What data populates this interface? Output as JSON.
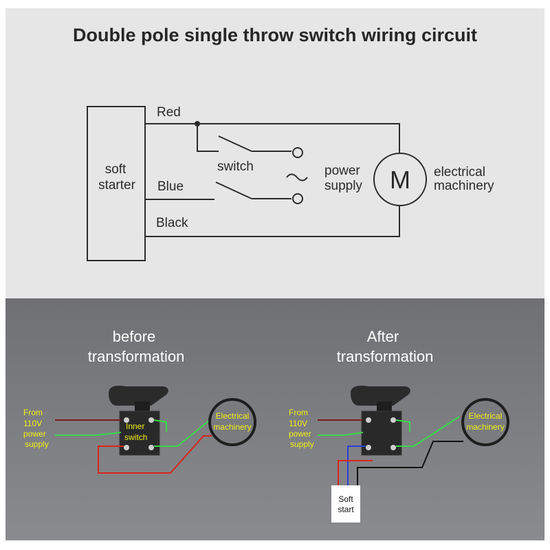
{
  "title": "Double pole single throw switch wiring circuit",
  "schematic": {
    "soft_starter": [
      "soft",
      "starter"
    ],
    "wire_red": "Red",
    "wire_blue": "Blue",
    "wire_black": "Black",
    "switch": "switch",
    "ac_symbol": "~",
    "power_supply": [
      "power",
      "supply"
    ],
    "motor": "M",
    "electrical_machinery": [
      "electrical",
      "machinery"
    ]
  },
  "before": {
    "heading": [
      "before",
      "transformation"
    ],
    "from_label": [
      "From",
      "110V",
      "power",
      "supply"
    ],
    "inner_switch": [
      "Inner",
      "switch"
    ],
    "machinery": [
      "Electrical",
      "machinery"
    ]
  },
  "after": {
    "heading": [
      "After",
      "transformation"
    ],
    "from_label": [
      "From",
      "110V",
      "power",
      "supply"
    ],
    "machinery": [
      "Electrical",
      "machinery"
    ],
    "soft_start": [
      "Soft",
      "start"
    ]
  },
  "colors": {
    "top_bg": "#e6e6e6",
    "bottom_bg": "#7c7d80",
    "label_yellow": "#f2ee1a",
    "wire_green": "#39d94a",
    "wire_red": "#d8261d",
    "wire_darkred": "#7a1a22",
    "wire_blue": "#2a3fd6",
    "wire_black": "#111111"
  }
}
